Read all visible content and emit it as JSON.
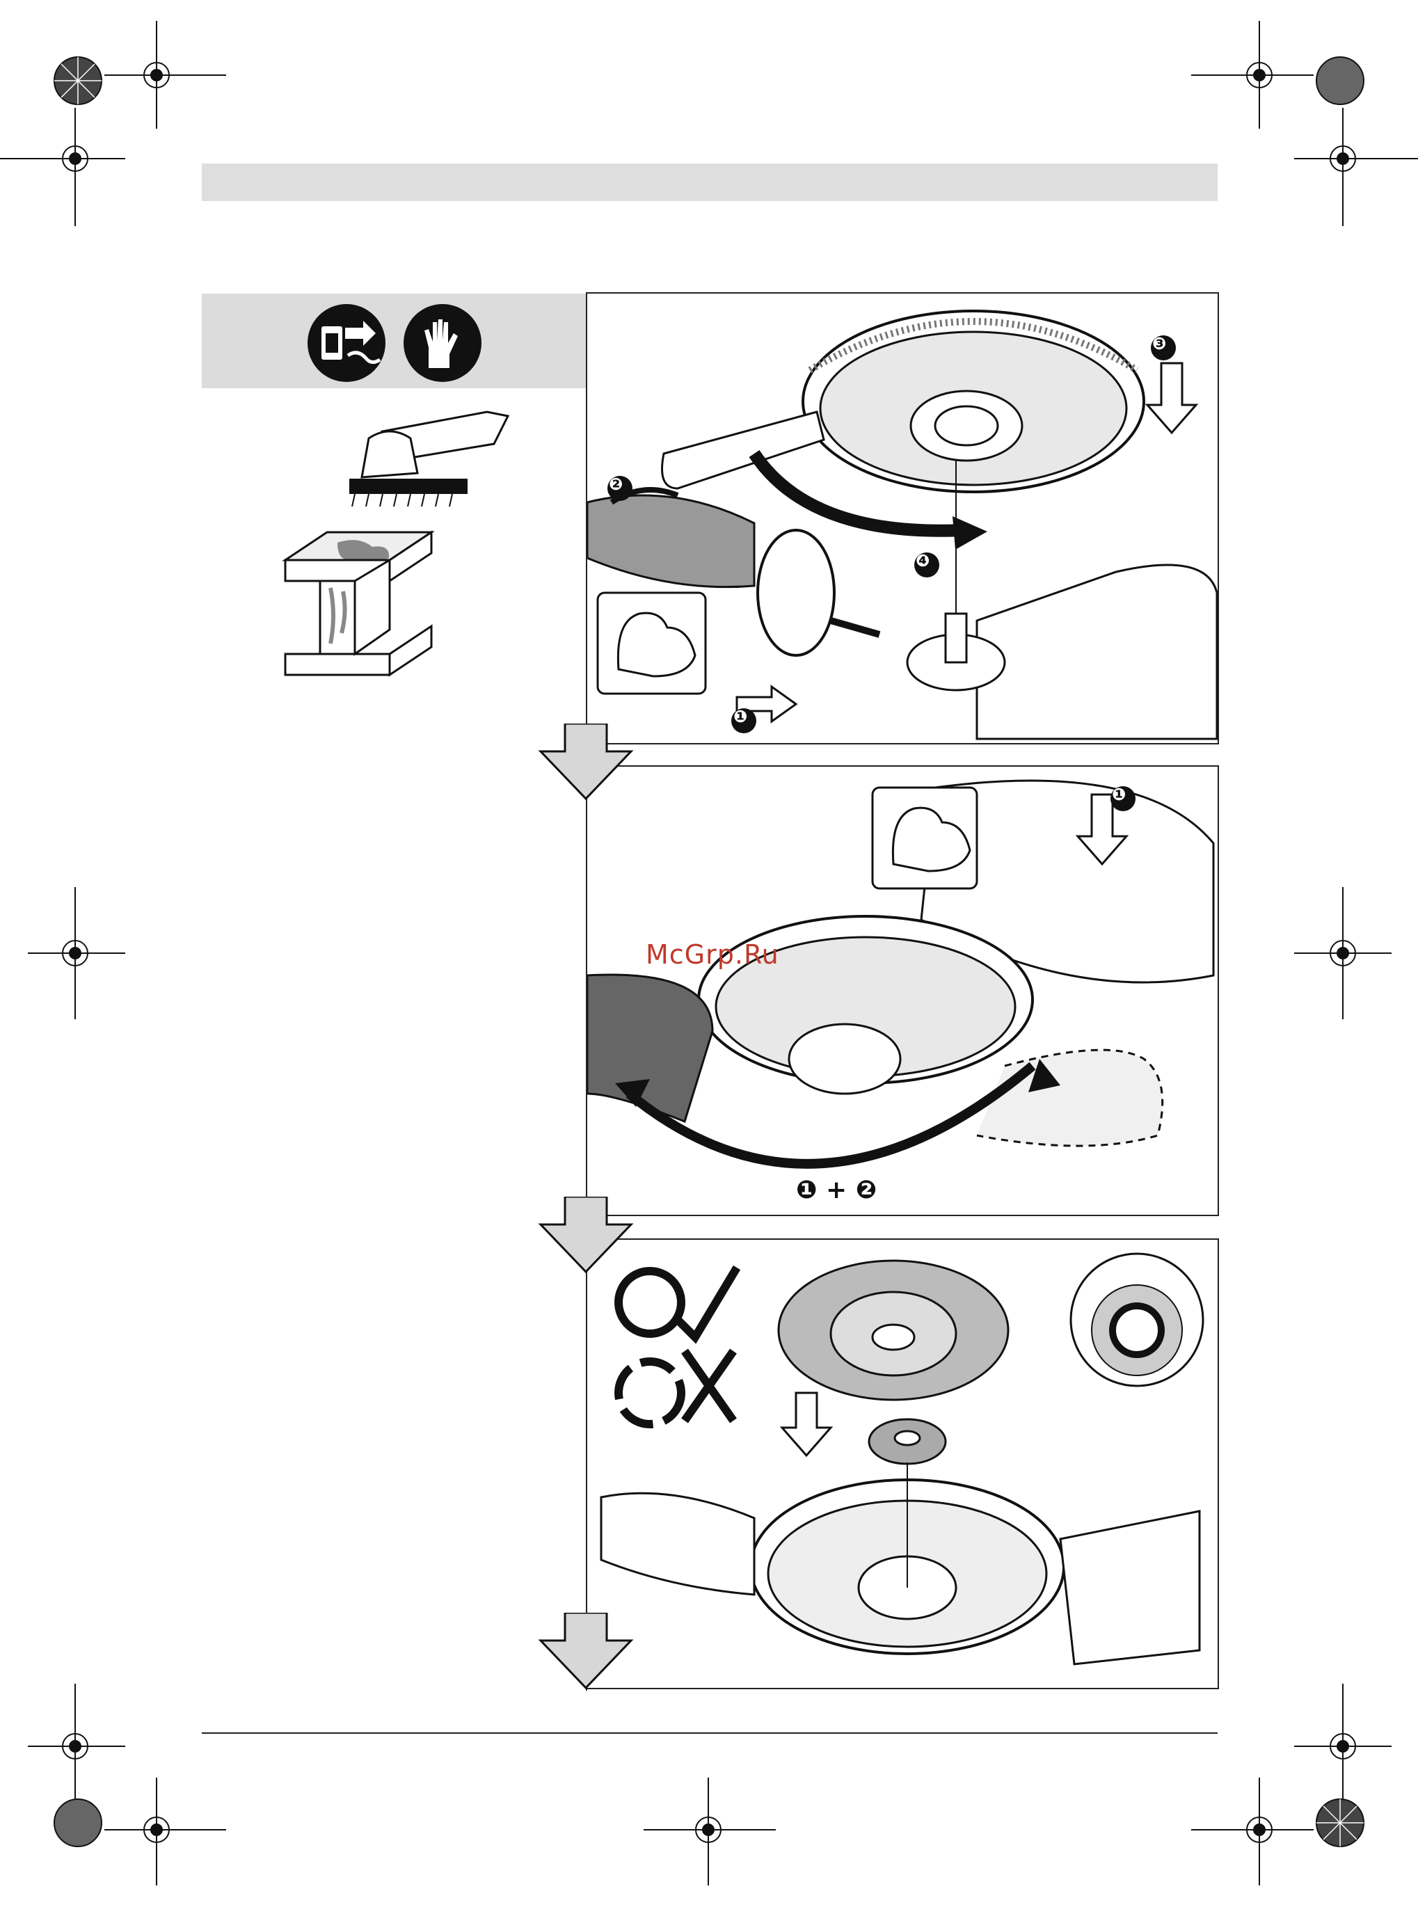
{
  "watermark": "McGrp.Ru",
  "panel2_step_label": "❶ + ❷",
  "badges": {
    "panel1": [
      "❶",
      "❷",
      "❸",
      "❹"
    ],
    "panel2": [
      "❶"
    ]
  },
  "icons": [
    "unplug-icon",
    "gloves-icon",
    "grinder-icon",
    "beam-icon",
    "strength-icon",
    "check-rotation-icon",
    "wrong-rotation-icon"
  ],
  "colors": {
    "header_bar": "#dedede",
    "icon_bar": "#dcdcdc",
    "watermark": "#c0392b",
    "arrow_fill": "#d7d7d7"
  }
}
